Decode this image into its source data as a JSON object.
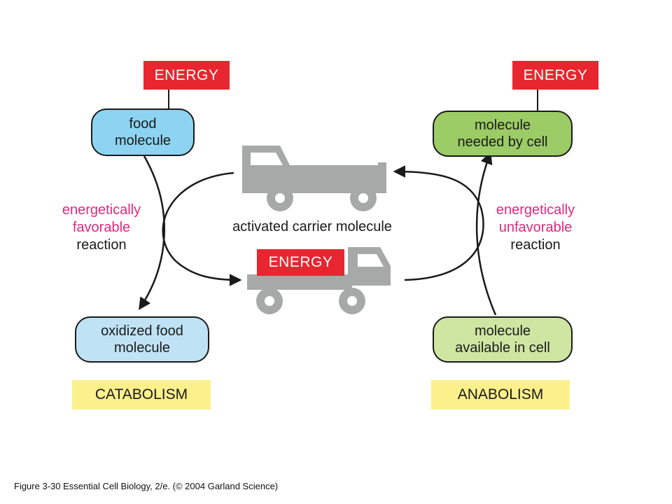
{
  "energy_label": "ENERGY",
  "left": {
    "food_molecule": [
      "food",
      "molecule"
    ],
    "reaction_type": [
      "energetically",
      "favorable"
    ],
    "reaction_word": "reaction",
    "oxidized_food_molecule": [
      "oxidized food",
      "molecule"
    ],
    "pathway": "CATABOLISM"
  },
  "right": {
    "molecule_needed": [
      "molecule",
      "needed by cell"
    ],
    "reaction_type": [
      "energetically",
      "unfavorable"
    ],
    "reaction_word": "reaction",
    "molecule_available": [
      "molecule",
      "available in cell"
    ],
    "pathway": "ANABOLISM"
  },
  "center": {
    "carrier_label": "activated carrier molecule"
  },
  "caption": "Figure 3-30   Essential Cell Biology, 2/e. (© 2004 Garland Science)",
  "colors": {
    "energy": "#e8262f",
    "food_molecule": "#8dd4f2",
    "oxidized_molecule": "#bfe3f5",
    "molecule_needed": "#9ccc65",
    "molecule_available": "#cfe6a3",
    "pathway_label": "#fbf08c",
    "truck": "#a7a9a8",
    "reaction_type": "#e0297e"
  }
}
